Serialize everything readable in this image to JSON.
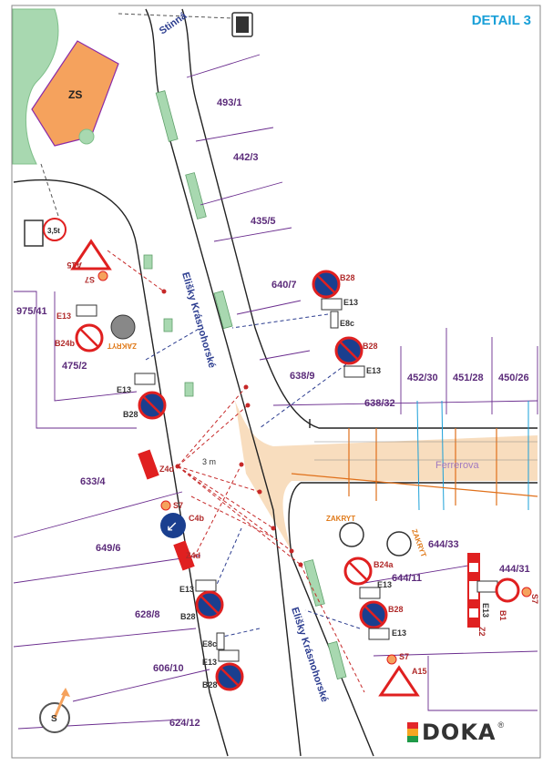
{
  "title": "DETAIL 3",
  "zone_label": "ZS",
  "streets": {
    "stinna": "Stinná",
    "eliska_upper": "Elišky Krásnohorské",
    "eliska_lower": "Elišky Krásnohorské",
    "ferrerova": "Ferrerova"
  },
  "parcels": [
    "493/1",
    "442/3",
    "435/5",
    "640/7",
    "638/9",
    "638/32",
    "452/30",
    "451/28",
    "450/26",
    "975/41",
    "475/2",
    "633/4",
    "649/6",
    "628/8",
    "606/10",
    "624/12",
    "644/33",
    "644/11",
    "444/31"
  ],
  "signs": {
    "a15_top": "A15",
    "s7_top": "S7",
    "e13_left": "E13",
    "b24b": "B24b",
    "zakryt_left": "ZAKRYT",
    "e13_mid": "E13",
    "b28_mid": "B28",
    "b28_top": "B28",
    "e13_top": "E13",
    "e8c_top": "E8c",
    "b28_right": "B28",
    "e13_right": "E13",
    "z4d_1": "Z4d",
    "s7_mid": "S7",
    "c4b": "C4b",
    "z4d_2": "Z4d",
    "e13_lower": "E13",
    "b28_lower": "B28",
    "e8c_lower": "E8c",
    "e13_lower2": "E13",
    "b28_lower2": "B28",
    "zakryt_r1": "ZAKRYT",
    "zakryt_r2": "ZAKRYT",
    "b24a": "B24a",
    "e13_r2": "E13",
    "b28_r2": "B28",
    "e13_r3": "E13",
    "e13_far": "E13",
    "b1": "B1",
    "s7_far": "S7",
    "z2": "Z2",
    "s7_bottom": "S7",
    "a15_bottom": "A15",
    "dist_3m": "3 m",
    "sign_31t": "3,5t"
  },
  "logo": {
    "text": "DOKA",
    "mark": "®",
    "colors": [
      "#e3262a",
      "#f5a623",
      "#1f9a48"
    ]
  },
  "colors": {
    "road_line": "#222222",
    "parcel_line": "#6a2c8e",
    "greenery": "#a8d8b0",
    "work_zone": "#f7d9b7",
    "red_sign": "#e02020",
    "blue": "#1a3f8f",
    "cyan": "#1aa0d8",
    "orange": "#f5a25d"
  },
  "north_symbol": "S"
}
